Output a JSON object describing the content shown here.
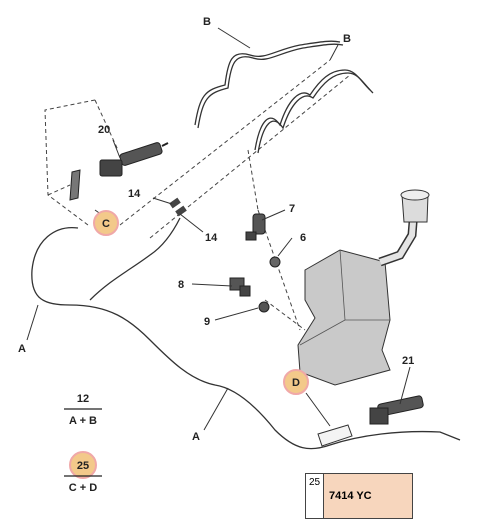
{
  "labels": {
    "hose_b1": "B",
    "hose_b2": "B",
    "pump_20": "20",
    "clip_14a": "14",
    "clip_14b": "14",
    "pump_7": "7",
    "seal_6": "6",
    "conn_8": "8",
    "conn_9": "9",
    "hose_a1": "A",
    "hose_a2": "A",
    "pump_21": "21",
    "callout_c": "C",
    "callout_d": "D"
  },
  "formulas": [
    {
      "number": "12",
      "expression": "A + B"
    },
    {
      "number": "25",
      "expression": "C + D"
    }
  ],
  "reference": {
    "number": "25",
    "code": "7414 YC"
  },
  "colors": {
    "highlight": "#f3c98a",
    "line": "#333333",
    "table_fill": "#f7d6bd"
  }
}
